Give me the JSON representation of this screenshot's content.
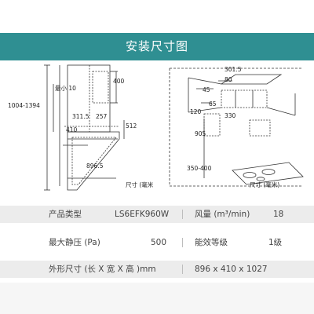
{
  "header": {
    "title": "安装尺寸图"
  },
  "left_diagram": {
    "dims": {
      "d400": "400",
      "min10": "最小 10",
      "height_range": "1004-1394",
      "d311_5": "311.5",
      "d257": "257",
      "d410": "410",
      "d512": "512",
      "d896_5": "896.5"
    },
    "unit_label": "尺寸 (毫米"
  },
  "right_diagram": {
    "dims": {
      "d301_5": "301.5",
      "d80": "80",
      "d45": "45",
      "d65": "65",
      "d120": "120",
      "d330": "330",
      "d905": "905",
      "d350_400": "350-400"
    },
    "unit_label": "尺寸 (毫米)"
  },
  "specs": {
    "rows": [
      {
        "label_a": "产品类型",
        "value_a": "LS6EFK960W",
        "label_b": "风量 (m³/min)",
        "value_b": "18"
      },
      {
        "label_a": "最大静压 (Pa)",
        "value_a": "500",
        "label_b": "能效等级",
        "value_b": "1级"
      },
      {
        "label_a": "外形尺寸 (长 X 宽 X 高 )mm",
        "value_a": "",
        "label_b": "896 x 410 x 1027",
        "value_b": ""
      }
    ]
  },
  "colors": {
    "title_bar": "#2f8f92",
    "row_shade": "#ececec"
  }
}
